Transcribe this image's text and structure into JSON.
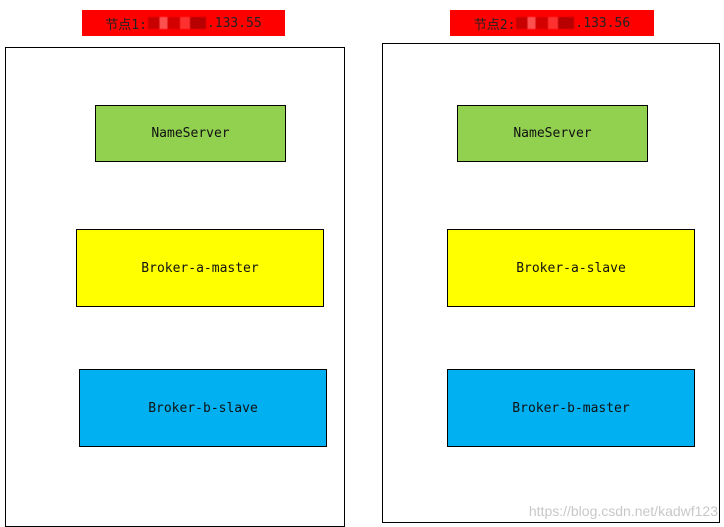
{
  "node1": {
    "label_prefix": "节点1:",
    "label_suffix": ".133.55",
    "nameserver": "NameServer",
    "broker_top": "Broker-a-master",
    "broker_bottom": "Broker-b-slave"
  },
  "node2": {
    "label_prefix": "节点2:",
    "label_suffix": ".133.56",
    "nameserver": "NameServer",
    "broker_top": "Broker-a-slave",
    "broker_bottom": "Broker-b-master"
  },
  "watermark": "https://blog.csdn.net/kadwf123",
  "colors": {
    "label": "#ff0000",
    "nameserver": "#92d050",
    "broker_yellow": "#ffff00",
    "broker_blue": "#00b0f0"
  }
}
